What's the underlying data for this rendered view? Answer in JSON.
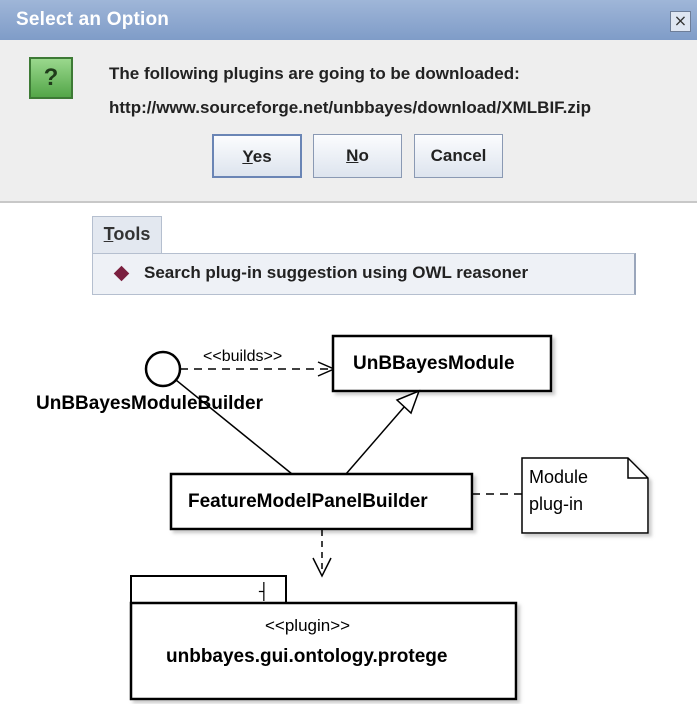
{
  "dialog": {
    "title": "Select an Option",
    "close_glyph": "×",
    "icon": "question-icon",
    "icon_glyph": "?",
    "message_line1": "The following plugins are going to be downloaded:",
    "message_line2": "http://www.sourceforge.net/unbbayes/download/XMLBIF.zip",
    "buttons": {
      "yes": {
        "mnemonic": "Y",
        "rest": "es"
      },
      "no": {
        "mnemonic": "N",
        "rest": "o"
      },
      "cancel": "Cancel"
    },
    "colors": {
      "titlebar": "#8ea8d0",
      "icon": "#6bbf5d"
    }
  },
  "menu": {
    "header": {
      "mnemonic": "T",
      "rest": "ools"
    },
    "item_label": "Search plug-in suggestion using OWL reasoner",
    "item_icon": "diamond-bullet-icon",
    "item_icon_color": "#7a1f3f"
  },
  "uml": {
    "interface_name": "UnBBayesModuleBuilder",
    "stereotype_builds": "<<builds>>",
    "module_class": "UnBBayesModule",
    "panel_builder_class": "FeatureModelPanelBuilder",
    "note_line1": "Module",
    "note_line2": "plug-in",
    "package_stereotype": "<<plugin>>",
    "package_name": "unbbayes.gui.ontology.protege",
    "package_tab_glyph": "┤"
  }
}
